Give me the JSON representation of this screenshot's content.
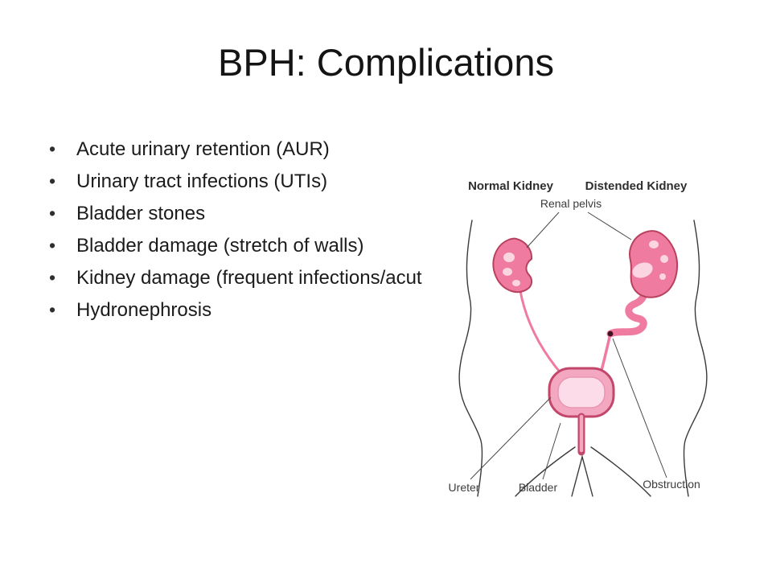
{
  "slide": {
    "title": "BPH: Complications",
    "bullets": [
      "Acute urinary retention (AUR)",
      "Urinary tract infections (UTIs)",
      "Bladder stones",
      "Bladder damage (stretch of walls)",
      "Kidney damage (frequent infections/acut",
      "Hydronephrosis"
    ]
  },
  "diagram": {
    "labels": {
      "normal_kidney": "Normal Kidney",
      "distended_kidney": "Distended Kidney",
      "renal_pelvis": "Renal pelvis",
      "ureter": "Ureter",
      "bladder": "Bladder",
      "obstruction": "Obstruction"
    },
    "colors": {
      "kidney_pink": "#ef7ba0",
      "kidney_inner_light": "#fbd5e1",
      "bladder_fill": "#f3a7c0",
      "bladder_inner": "#fbdce8",
      "organ_outline": "#b8415f",
      "obstruction_dot": "#40101f",
      "body_line": "#3a3a3a",
      "pointer_line": "#4a4a4a"
    }
  },
  "page": {
    "background": "#ffffff",
    "text_color": "#1b1b1b"
  }
}
